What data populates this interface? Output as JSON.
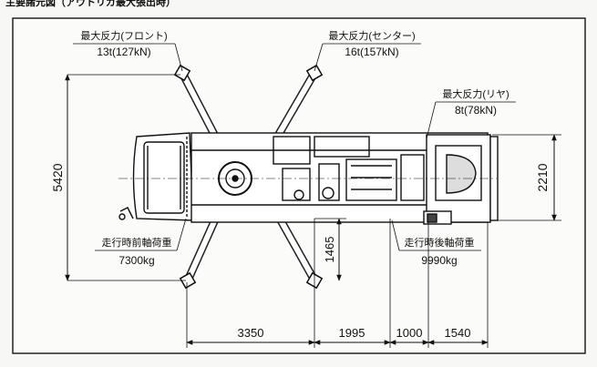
{
  "header": {
    "title": "主要諸元図（アウトリガ最大張出時）"
  },
  "labels": {
    "front_reaction": {
      "title": "最大反力(フロント)",
      "value": "13t(127kN)"
    },
    "center_reaction": {
      "title": "最大反力(センター)",
      "value": "16t(157kN)"
    },
    "rear_reaction": {
      "title": "最大反力(リヤ)",
      "value": "8t(78kN)"
    },
    "front_axle_load": {
      "title": "走行時前軸荷重",
      "value": "7300kg"
    },
    "rear_axle_load": {
      "title": "走行時後軸荷重",
      "value": "9990kg"
    }
  },
  "dimensions": {
    "outrigger_span": "5420",
    "rear_width": "2210",
    "center_offset": "1465",
    "seg_1": "3350",
    "seg_2": "1995",
    "seg_3": "1000",
    "seg_4": "1540"
  }
}
